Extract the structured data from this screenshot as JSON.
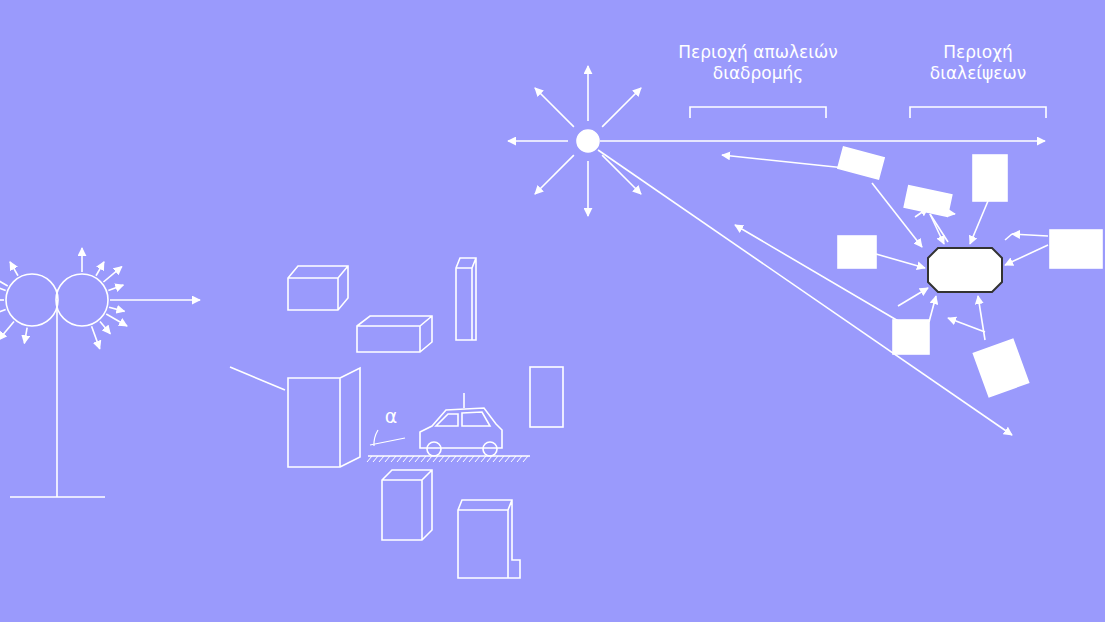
{
  "diagram": {
    "labels": [
      "Περιοχή απωλειών διαδρομής",
      "Περιοχή διαλείψεων",
      "α"
    ]
  }
}
